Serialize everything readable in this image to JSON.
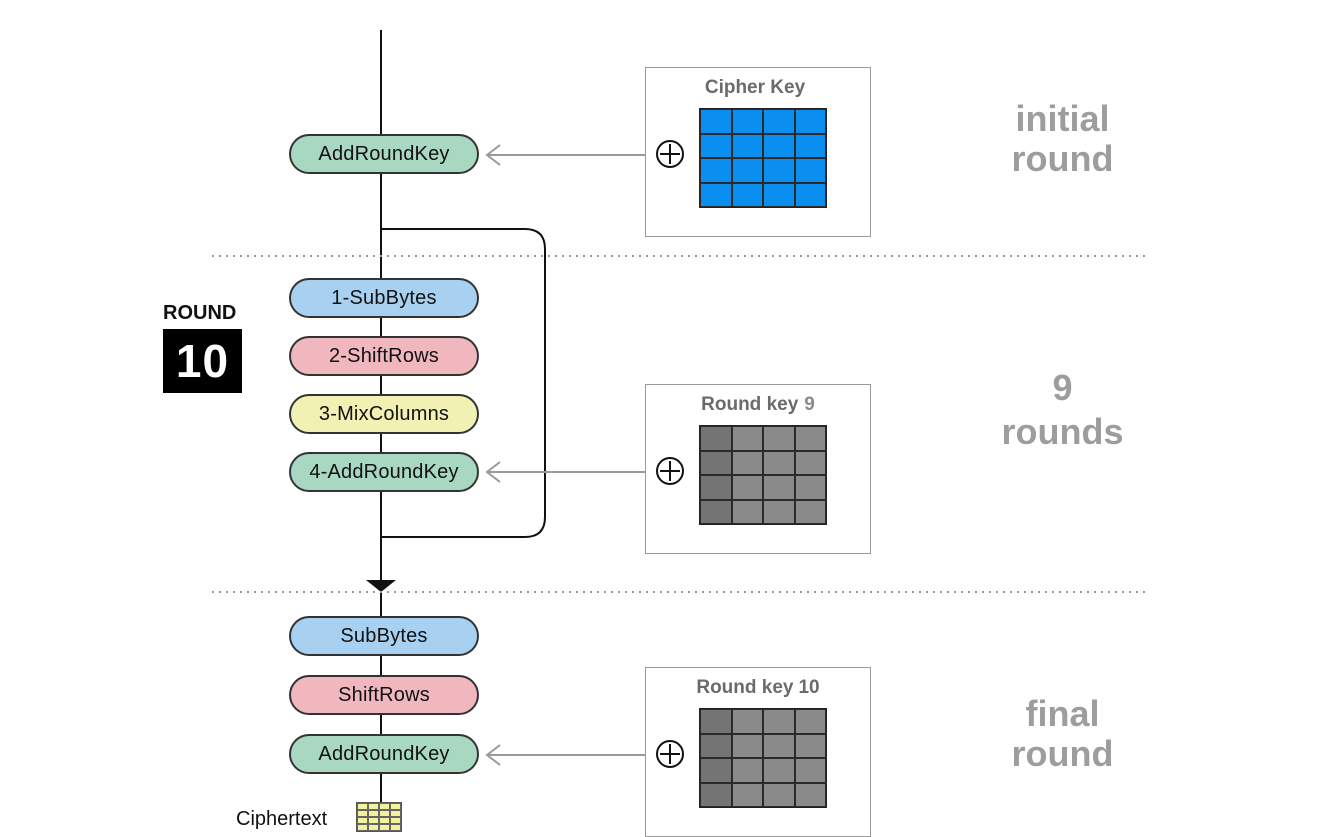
{
  "initial_round": {
    "step": "AddRoundKey",
    "key": {
      "title": "Cipher Key",
      "number": ""
    },
    "label_line1": "initial",
    "label_line2": "round"
  },
  "main_rounds": {
    "round_label": "ROUND",
    "round_number": "10",
    "steps": [
      "1-SubBytes",
      "2-ShiftRows",
      "3-MixColumns",
      "4-AddRoundKey"
    ],
    "key": {
      "title": "Round key",
      "number": "9"
    },
    "label_line1": "9",
    "label_line2": "rounds"
  },
  "final_round": {
    "steps": [
      "SubBytes",
      "ShiftRows",
      "AddRoundKey"
    ],
    "key": {
      "title": "Round key",
      "number": "10"
    },
    "label_line1": "final",
    "label_line2": "round"
  },
  "output": {
    "label": "Ciphertext"
  },
  "colors": {
    "add_round_key": "#a9d8c2",
    "sub_bytes": "#a8d1f1",
    "shift_rows": "#f1b7bf",
    "mix_columns": "#f1f1b4",
    "cipher_key_cells": "#0a8ef0",
    "round_key_cells": "#8a8a8a",
    "section_label": "#9d9d9d"
  }
}
